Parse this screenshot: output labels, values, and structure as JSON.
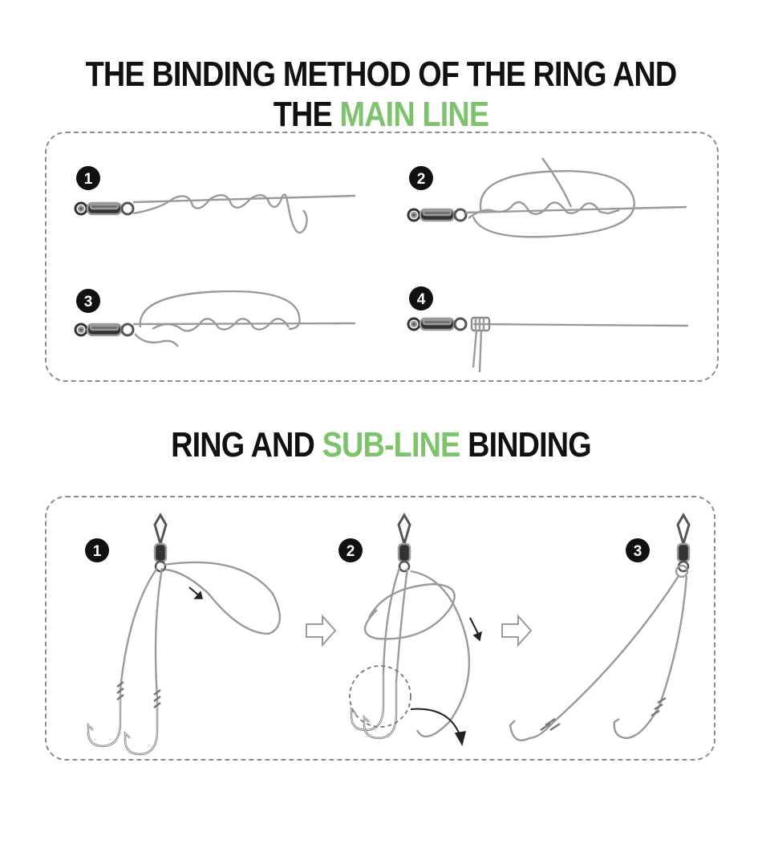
{
  "colors": {
    "accent": "#7dc36b",
    "text": "#111111",
    "line": "#9a9a9a",
    "border": "#8c8c8c"
  },
  "section1": {
    "title_part1": "THE BINDING METHOD OF THE RING AND THE ",
    "title_accent": "MAIN LINE",
    "steps": [
      "1",
      "2",
      "3",
      "4"
    ]
  },
  "section2": {
    "title_part1": "RING AND ",
    "title_accent": "SUB-LINE",
    "title_part2": " BINDING",
    "steps": [
      "1",
      "2",
      "3"
    ]
  }
}
